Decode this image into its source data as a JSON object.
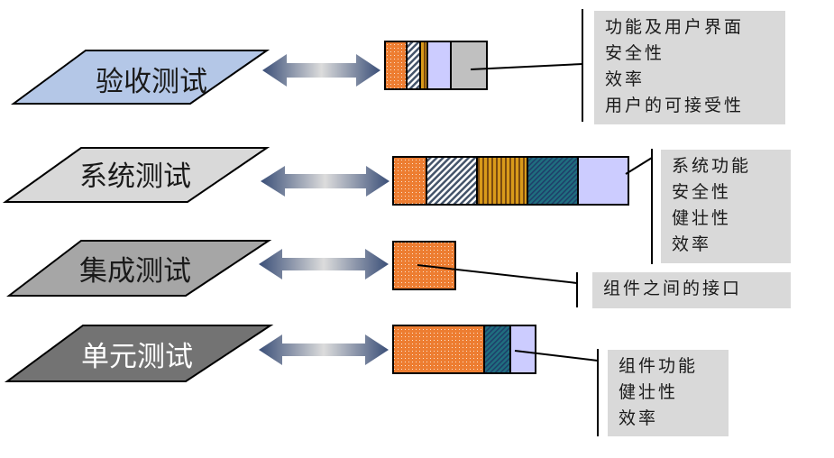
{
  "levels": [
    {
      "label": "验收测试",
      "fill": "#b4c7e7",
      "text_color": "#1a1a1a",
      "segments": [
        "orange-dots",
        "diagonal-stripes",
        "vertical-stripes",
        "lavender",
        "gray"
      ],
      "notes": [
        "功能及用户界面",
        "安全性",
        "效率",
        "用户的可接受性"
      ]
    },
    {
      "label": "系统测试",
      "fill": "#d9d9d9",
      "text_color": "#1a1a1a",
      "segments": [
        "orange-dots",
        "diagonal-stripes",
        "vertical-stripes",
        "teal-diagonal",
        "lavender"
      ],
      "notes": [
        "系统功能",
        "安全性",
        "健壮性",
        "效率"
      ]
    },
    {
      "label": "集成测试",
      "fill": "#a6a6a6",
      "text_color": "#1a1a1a",
      "segments": [
        "orange-dots"
      ],
      "notes": [
        "组件之间的接口"
      ]
    },
    {
      "label": "单元测试",
      "fill": "#737373",
      "text_color": "#ffffff",
      "segments": [
        "orange-dots",
        "teal-diagonal",
        "lavender"
      ],
      "notes": [
        "组件功能",
        "健壮性",
        "效率"
      ]
    }
  ],
  "colors": {
    "orange": "#ed7d31",
    "lavender": "#ccccff",
    "gray_segment": "#c0c0c0",
    "teal": "#1f6f7f",
    "stripe_brown": "#7a4a10",
    "stripe_gold": "#d99a1a",
    "arrow_dark": "#3b4f78",
    "arrow_light": "#d9d9d9"
  }
}
